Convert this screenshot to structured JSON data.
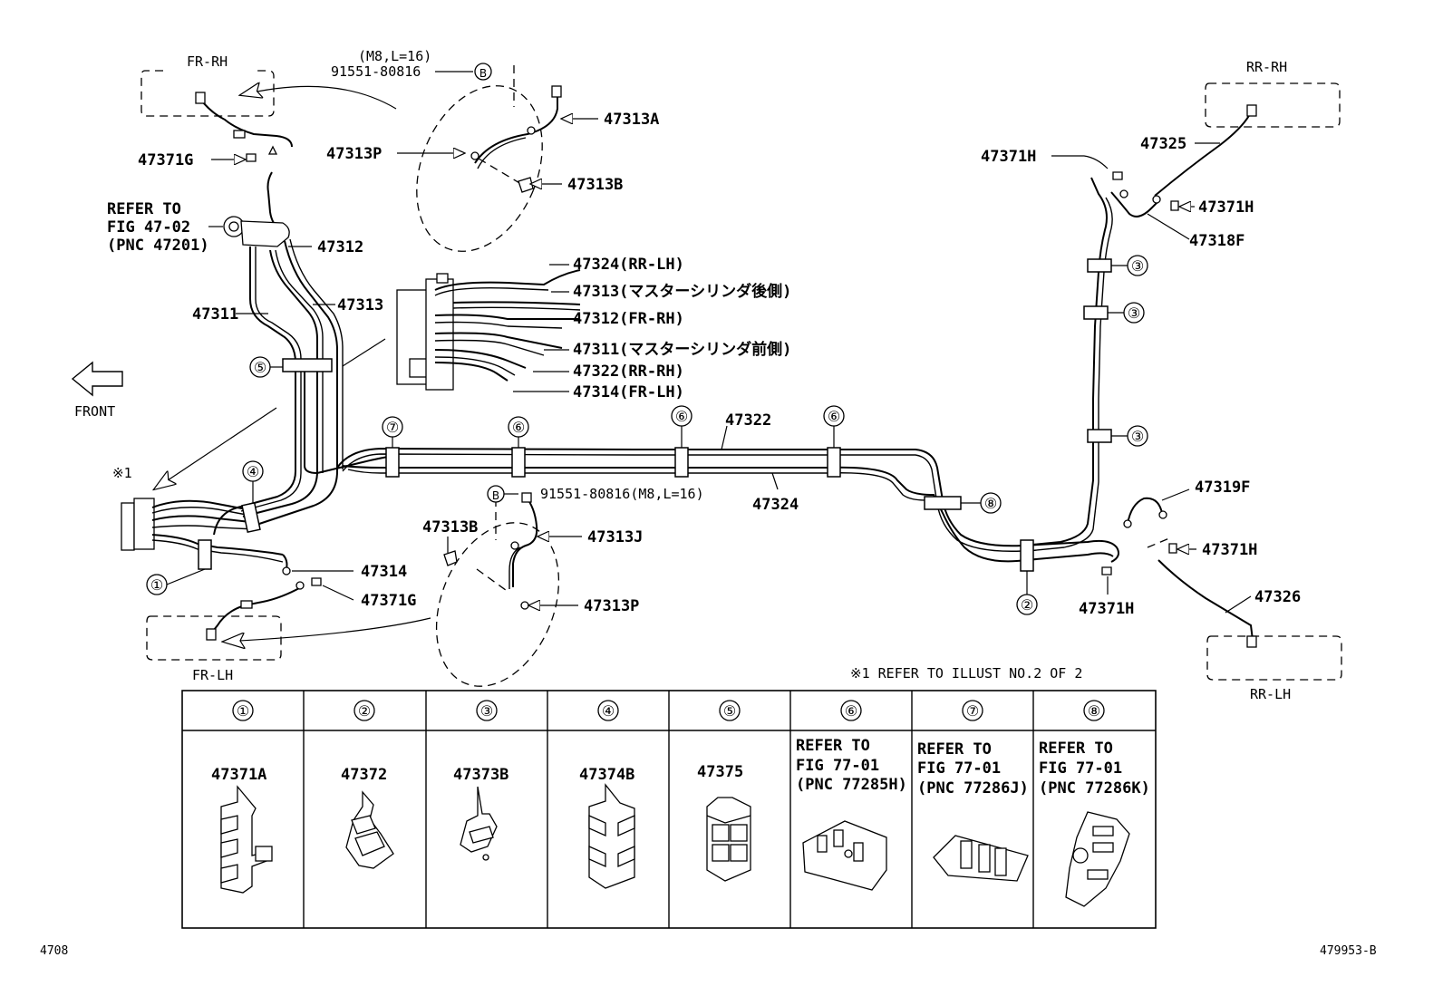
{
  "footer": {
    "left_code": "4708",
    "right_code": "479953-B"
  },
  "front_label": "FRONT",
  "note_mark": "※1",
  "note_text": "※1  REFER TO ILLUST NO.2 OF 2",
  "corners": {
    "fr_rh": "FR-RH",
    "fr_lh": "FR-LH",
    "rr_rh": "RR-RH",
    "rr_lh": "RR-LH"
  },
  "refer_main": {
    "line1": "REFER TO",
    "line2": "FIG 47-02",
    "line3": "(PNC 47201)"
  },
  "bolt_top": {
    "spec": "(M8,L=16)",
    "part": "91551-80816",
    "mark": "B"
  },
  "bolt_mid": {
    "part": "91551-80816(M8,L=16)",
    "mark": "B"
  },
  "labels": {
    "p47313A": "47313A",
    "p47313P_top": "47313P",
    "p47313B_top": "47313B",
    "p47371G_top": "47371G",
    "p47312": "47312",
    "p47311": "47311",
    "p47313": "47313",
    "p47322": "47322",
    "p47324": "47324",
    "p47313B_mid": "47313B",
    "p47313J": "47313J",
    "p47313P_mid": "47313P",
    "p47314": "47314",
    "p47371G_bot": "47371G",
    "p47371H_left": "47371H",
    "p47325": "47325",
    "p47371H_right": "47371H",
    "p47318F": "47318F",
    "p47319F": "47319F",
    "p47371H_mid": "47371H",
    "p47326": "47326",
    "p47371H_bot": "47371H"
  },
  "master_labels": [
    "47324(RR-LH)",
    "47313(マスターシリンダ後側)",
    "47312(FR-RH)",
    "47311(マスターシリンダ前側)",
    "47322(RR-RH)",
    "47314(FR-LH)"
  ],
  "callouts": {
    "c1": "①",
    "c2": "②",
    "c3": "③",
    "c4": "④",
    "c5": "⑤",
    "c6": "⑥",
    "c7": "⑦",
    "c8": "⑧"
  },
  "table": {
    "headers": [
      "①",
      "②",
      "③",
      "④",
      "⑤",
      "⑥",
      "⑦",
      "⑧"
    ],
    "parts": [
      "47371A",
      "47372",
      "47373B",
      "47374B",
      "47375"
    ],
    "refers": [
      {
        "line1": "REFER TO",
        "line2": "FIG 77-01",
        "line3": "(PNC 77285H)"
      },
      {
        "line1": "REFER TO",
        "line2": "FIG 77-01",
        "line3": "(PNC 77286J)"
      },
      {
        "line1": "REFER TO",
        "line2": "FIG 77-01",
        "line3": "(PNC 77286K)"
      }
    ]
  }
}
